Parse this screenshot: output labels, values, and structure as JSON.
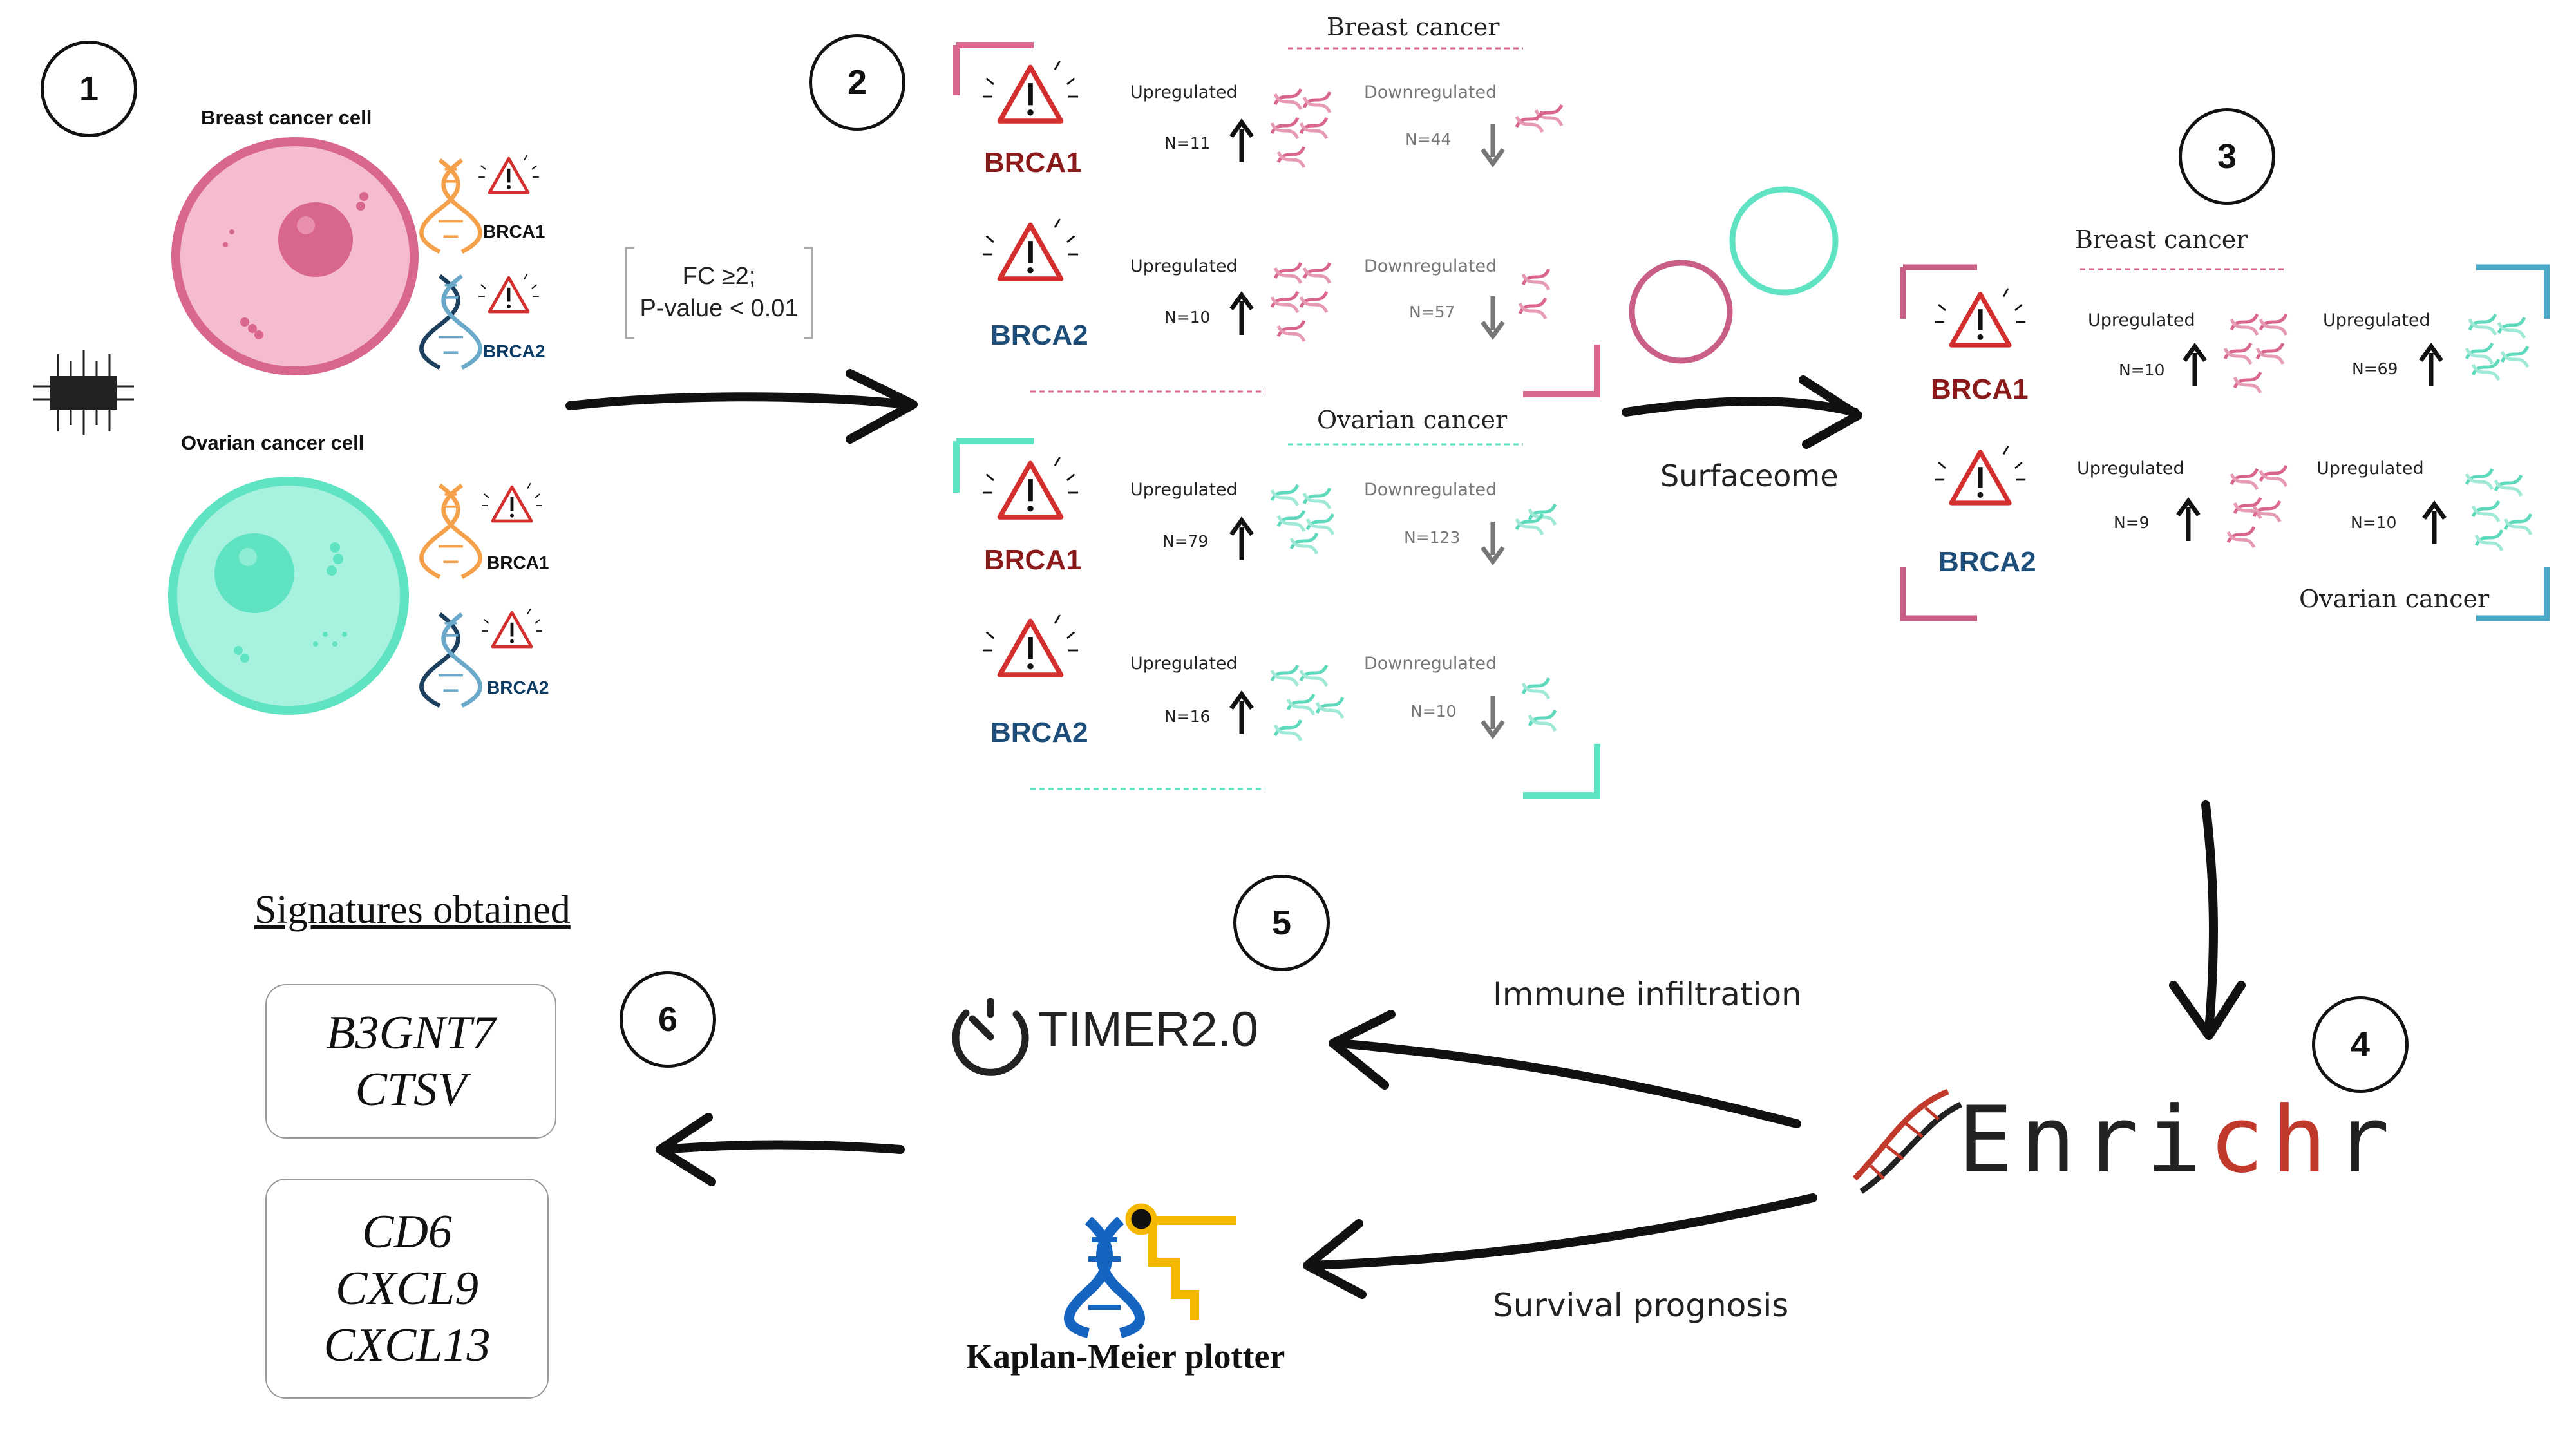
{
  "steps": [
    "1",
    "2",
    "3",
    "4",
    "5",
    "6"
  ],
  "cells": {
    "breast_label": "Breast cancer cell",
    "ovarian_label": "Ovarian cancer cell",
    "breast_color": "#e06a94",
    "ovarian_color": "#5ce0c0"
  },
  "genes": {
    "brca1": "BRCA1",
    "brca2": "BRCA2"
  },
  "filter": {
    "line1": "FC ≥2;",
    "line2": "P-value < 0.01"
  },
  "step2": {
    "breast_title": "Breast cancer",
    "ovarian_title": "Ovarian cancer",
    "up_label": "Upregulated",
    "down_label": "Downregulated",
    "breast": {
      "brca1": {
        "up": "N=11",
        "down": "N=44"
      },
      "brca2": {
        "up": "N=10",
        "down": "N=57"
      }
    },
    "ovarian": {
      "brca1": {
        "up": "N=79",
        "down": "N=123"
      },
      "brca2": {
        "up": "N=16",
        "down": "N=10"
      }
    }
  },
  "surfaceome": "Surfaceome",
  "step3": {
    "breast_title": "Breast cancer",
    "ovarian_title": "Ovarian cancer",
    "up_label": "Upregulated",
    "brca1": {
      "breast_up": "N=10",
      "ovarian_up": "N=69"
    },
    "brca2": {
      "breast_up": "N=9",
      "ovarian_up": "N=10"
    }
  },
  "enrichr": {
    "part1": "Enri",
    "part2": "ch",
    "part3": "r"
  },
  "flows": {
    "immune": "Immune infiltration",
    "survival": "Survival prognosis"
  },
  "tools": {
    "timer": "TIMER2.0",
    "kmplot": "Kaplan-Meier plotter"
  },
  "signatures": {
    "title": "Signatures obtained",
    "box1": [
      "B3GNT7",
      "CTSV"
    ],
    "box2": [
      "CD6",
      "CXCL9",
      "CXCL13"
    ]
  },
  "colors": {
    "pink": "#d9668f",
    "teal": "#5fe3c3",
    "warning": "#d32f2f",
    "dark_blue": "#1d4e7a"
  },
  "icons": [
    "chip-icon",
    "dna-icon",
    "warning-icon",
    "up-arrow-icon",
    "down-arrow-icon",
    "dna-strand-icon",
    "timer-icon",
    "kmplot-logo-icon",
    "enrichr-dna-icon"
  ]
}
